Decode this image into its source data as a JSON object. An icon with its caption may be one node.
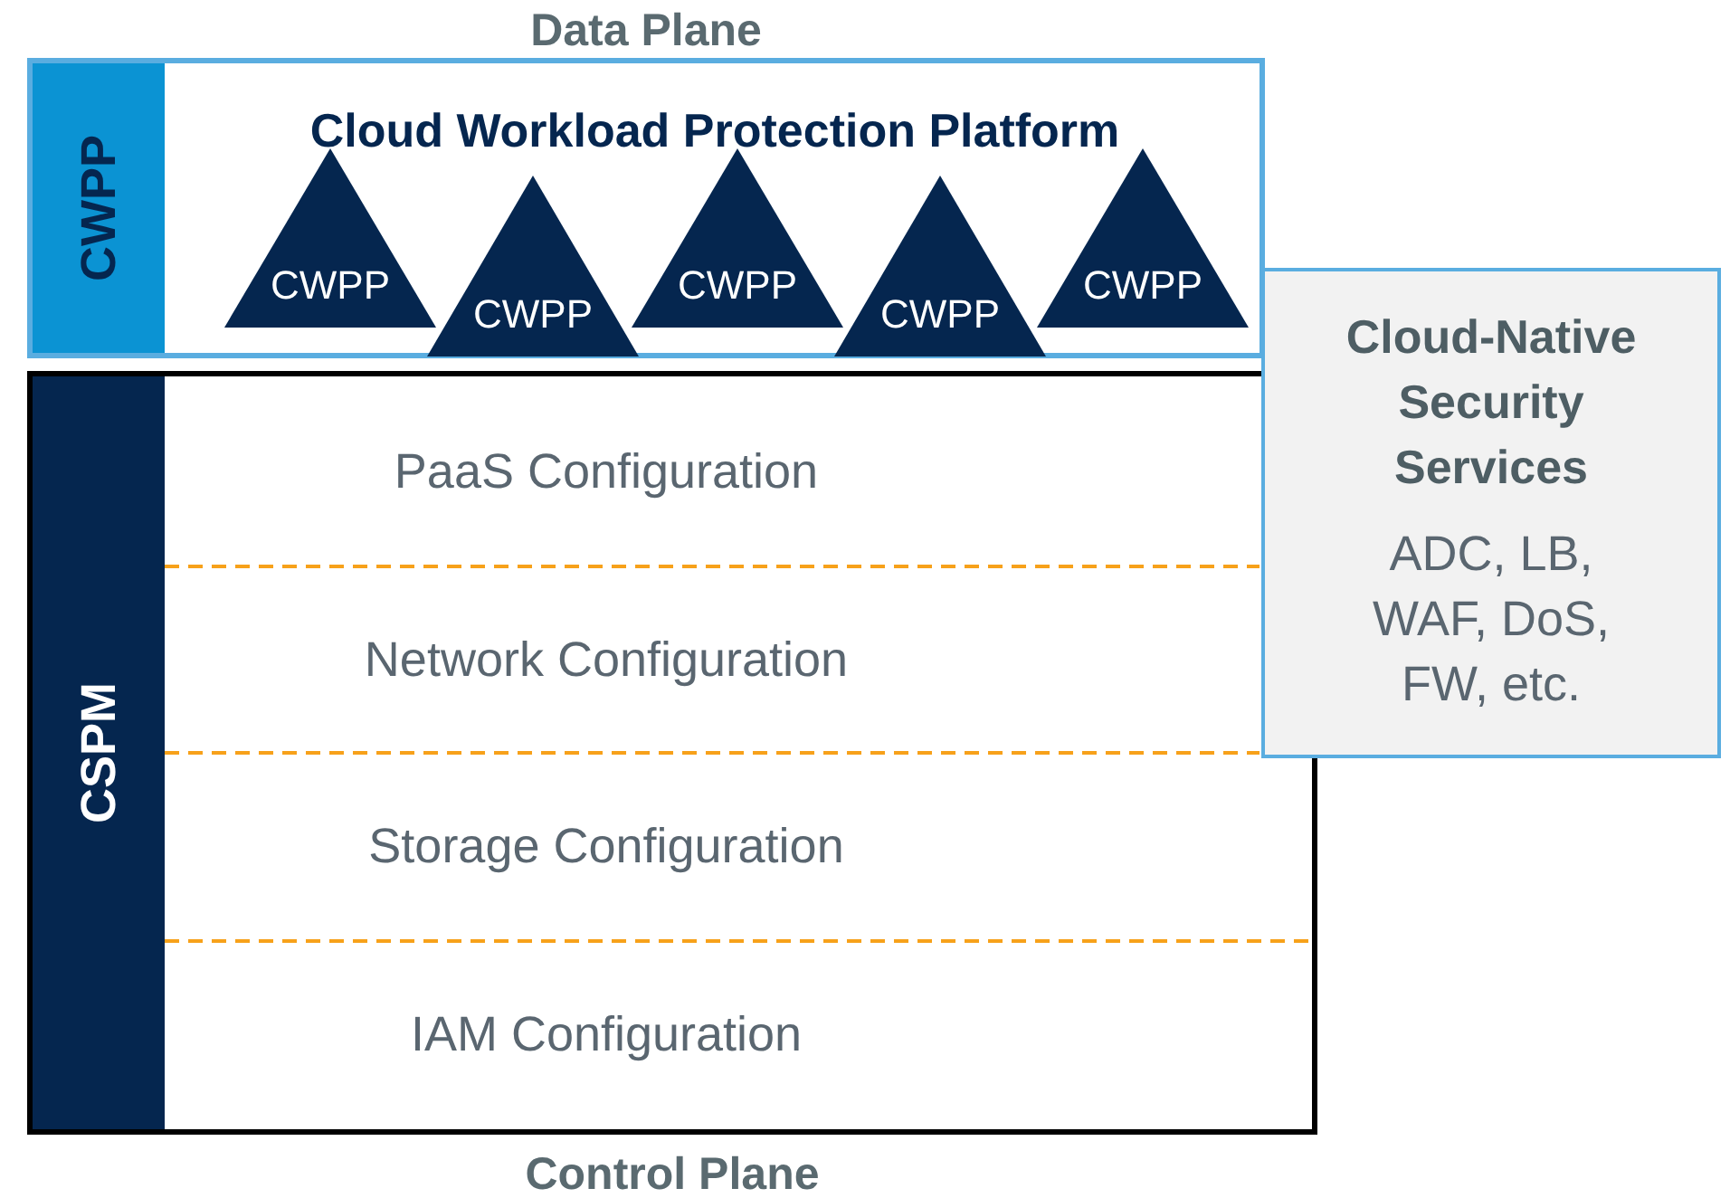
{
  "diagram": {
    "nodes": [
      {
        "text": [
          "Data Plane",
          "Cloud Workload Protection Platform"
        ]
      },
      {
        "text": [
          "CWPP"
        ],
        "in": 0
      },
      {
        "text": [
          "CWPP"
        ],
        "in": 0
      },
      {
        "text": [
          "CWPP"
        ],
        "in": 0
      },
      {
        "text": [
          "CWPP"
        ],
        "in": 0
      },
      {
        "text": [
          "CWPP"
        ],
        "in": 0
      },
      {
        "text": [
          "CWPP"
        ],
        "in": 0
      },
      {
        "text": [
          "Control Plane"
        ]
      },
      {
        "text": [
          "CSPM"
        ],
        "in": 7
      },
      {
        "text": [
          "PaaS Configuration"
        ],
        "in": 7
      },
      {
        "text": [
          "Network Configuration"
        ],
        "in": 7
      },
      {
        "text": [
          "Storage Configuration"
        ],
        "in": 7
      },
      {
        "text": [
          "IAM Configuration"
        ],
        "in": 7
      },
      {
        "text": [
          "Cloud-Native Security Services",
          "ADC, LB, WAF, DoS, FW, etc."
        ]
      }
    ]
  }
}
